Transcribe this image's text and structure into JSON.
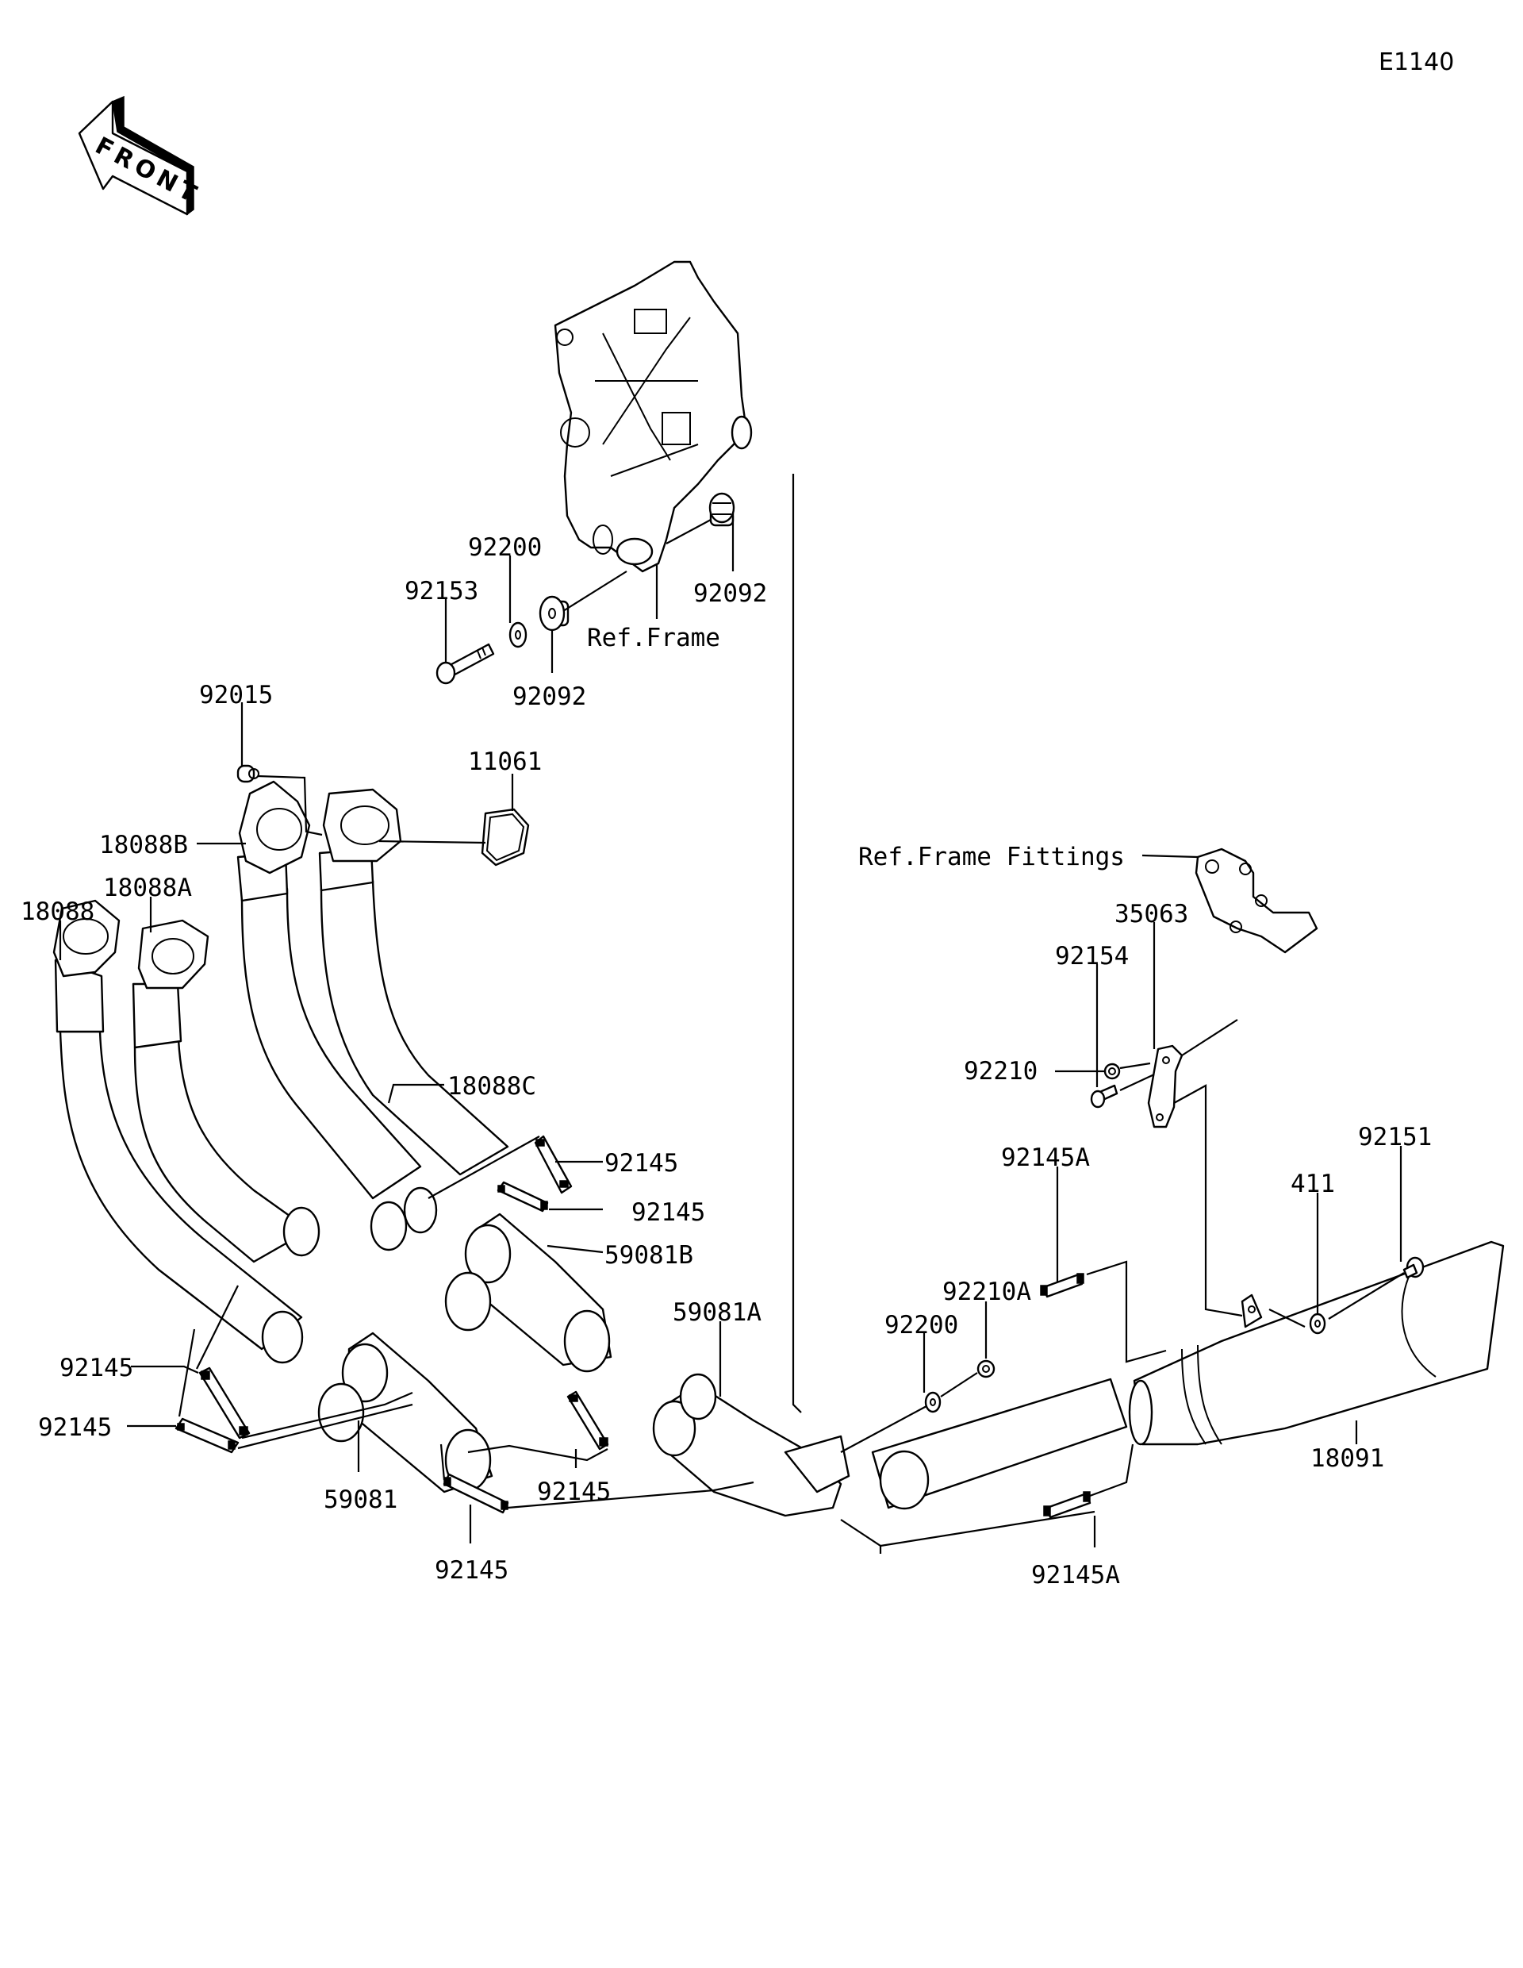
{
  "diagram": {
    "code": "E1140",
    "orientation_indicator": {
      "label": "FRONT",
      "icon": "front-arrow-icon"
    },
    "references": [
      {
        "id": "ref-frame",
        "label": "Ref.Frame"
      },
      {
        "id": "ref-frame-fittings",
        "label": "Ref.Frame Fittings"
      }
    ],
    "callouts": [
      {
        "id": "c-92200-top",
        "part_number": "92200"
      },
      {
        "id": "c-92153",
        "part_number": "92153"
      },
      {
        "id": "c-92092-right",
        "part_number": "92092"
      },
      {
        "id": "c-92092-lower",
        "part_number": "92092"
      },
      {
        "id": "c-92015",
        "part_number": "92015"
      },
      {
        "id": "c-11061",
        "part_number": "11061"
      },
      {
        "id": "c-18088B",
        "part_number": "18088B"
      },
      {
        "id": "c-18088A",
        "part_number": "18088A"
      },
      {
        "id": "c-18088",
        "part_number": "18088"
      },
      {
        "id": "c-18088C",
        "part_number": "18088C"
      },
      {
        "id": "c-92145-a",
        "part_number": "92145"
      },
      {
        "id": "c-92145-b",
        "part_number": "92145"
      },
      {
        "id": "c-59081B",
        "part_number": "59081B"
      },
      {
        "id": "c-35063",
        "part_number": "35063"
      },
      {
        "id": "c-92154",
        "part_number": "92154"
      },
      {
        "id": "c-92210",
        "part_number": "92210"
      },
      {
        "id": "c-92145A-top",
        "part_number": "92145A"
      },
      {
        "id": "c-411",
        "part_number": "411"
      },
      {
        "id": "c-92151",
        "part_number": "92151"
      },
      {
        "id": "c-59081A",
        "part_number": "59081A"
      },
      {
        "id": "c-92210A",
        "part_number": "92210A"
      },
      {
        "id": "c-92200-mid",
        "part_number": "92200"
      },
      {
        "id": "c-92145-left1",
        "part_number": "92145"
      },
      {
        "id": "c-92145-left2",
        "part_number": "92145"
      },
      {
        "id": "c-59081",
        "part_number": "59081"
      },
      {
        "id": "c-92145-mid",
        "part_number": "92145"
      },
      {
        "id": "c-92145-bottom",
        "part_number": "92145"
      },
      {
        "id": "c-18091",
        "part_number": "18091"
      },
      {
        "id": "c-92145A-bottom",
        "part_number": "92145A"
      }
    ]
  }
}
